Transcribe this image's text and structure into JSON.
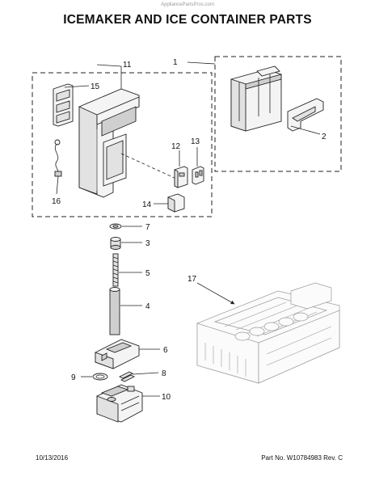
{
  "watermark": "AppliancePartsPros.com",
  "title": "ICEMAKER AND ICE CONTAINER PARTS",
  "footer": {
    "date": "10/13/2016",
    "part_info": "Part No.  W10784983  Rev.  C"
  },
  "callouts": [
    "1",
    "2",
    "3",
    "4",
    "5",
    "6",
    "7",
    "8",
    "9",
    "10",
    "11",
    "12",
    "13",
    "14",
    "15",
    "16",
    "17"
  ]
}
